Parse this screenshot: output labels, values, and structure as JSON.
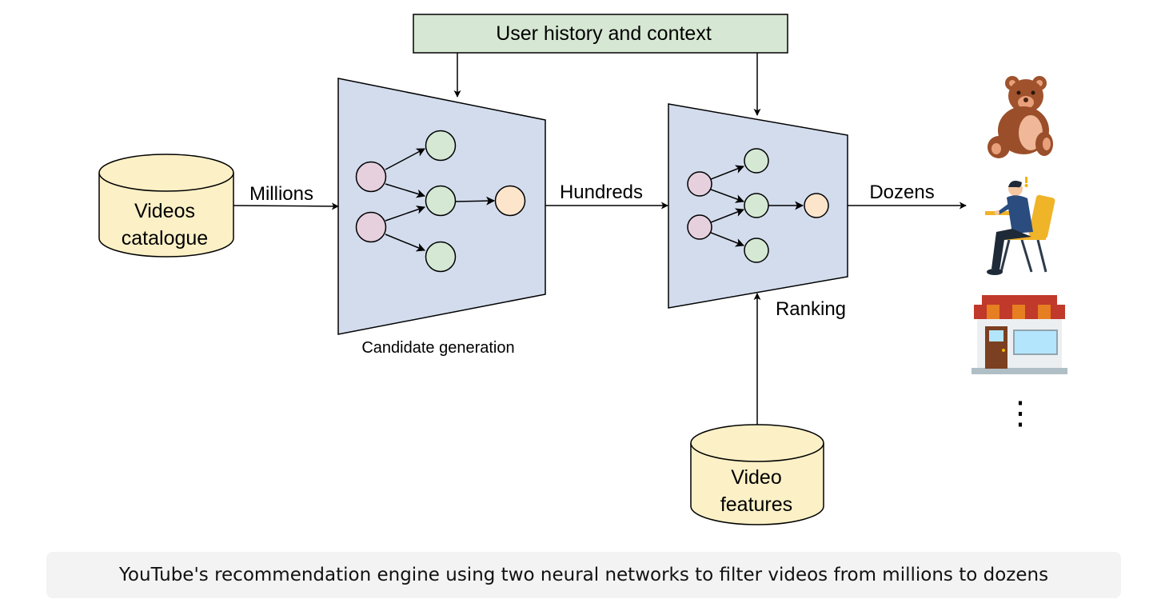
{
  "diagram": {
    "top_box": {
      "label": "User history and context"
    },
    "videos_catalogue": {
      "line1": "Videos",
      "line2": "catalogue"
    },
    "video_features": {
      "line1": "Video",
      "line2": "features"
    },
    "edge_labels": {
      "millions": "Millions",
      "hundreds": "Hundreds",
      "dozens": "Dozens"
    },
    "candidate_generation": {
      "label": "Candidate generation"
    },
    "ranking": {
      "label": "Ranking"
    },
    "ellipsis": "⋮",
    "icons": [
      "teddy-bear-icon",
      "person-at-desk-icon",
      "storefront-icon"
    ]
  },
  "caption": "YouTube's recommendation engine using two neural networks to filter videos from millions to dozens",
  "colors": {
    "trapezoid_fill": "#d2dced",
    "database_fill": "#fbf0c6",
    "top_box_fill": "#d6e8d3",
    "node_pink": "#e6d0de",
    "node_green": "#d5e8d4",
    "node_orange": "#fde5cc",
    "caption_bg": "#f3f3f3"
  }
}
